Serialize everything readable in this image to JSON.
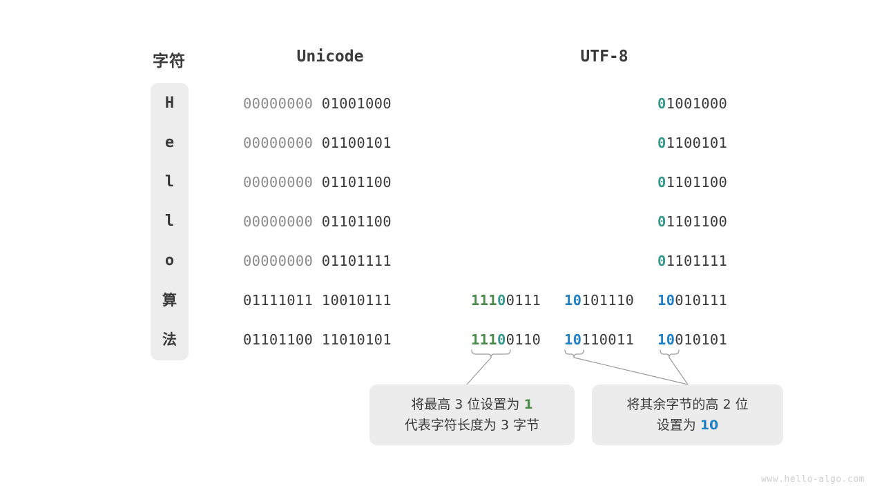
{
  "headers": {
    "char": "字符",
    "unicode": "Unicode",
    "utf8": "UTF-8"
  },
  "colors": {
    "green": "#4a8a4a",
    "teal": "#36998c",
    "blue": "#1f80c6",
    "dark": "#3a3a3a",
    "gray": "#8c8c8c",
    "box": "#ececec"
  },
  "rows": [
    {
      "char": "H",
      "unicode_high": "00000000",
      "unicode_low": "01001000",
      "utf8_bytes": [
        {
          "slot": 3,
          "prefix": "0",
          "prefix_color": "teal",
          "rest": "1001000"
        }
      ]
    },
    {
      "char": "e",
      "unicode_high": "00000000",
      "unicode_low": "01100101",
      "utf8_bytes": [
        {
          "slot": 3,
          "prefix": "0",
          "prefix_color": "teal",
          "rest": "1100101"
        }
      ]
    },
    {
      "char": "l",
      "unicode_high": "00000000",
      "unicode_low": "01101100",
      "utf8_bytes": [
        {
          "slot": 3,
          "prefix": "0",
          "prefix_color": "teal",
          "rest": "1101100"
        }
      ]
    },
    {
      "char": "l",
      "unicode_high": "00000000",
      "unicode_low": "01101100",
      "utf8_bytes": [
        {
          "slot": 3,
          "prefix": "0",
          "prefix_color": "teal",
          "rest": "1101100"
        }
      ]
    },
    {
      "char": "o",
      "unicode_high": "00000000",
      "unicode_low": "01101111",
      "utf8_bytes": [
        {
          "slot": 3,
          "prefix": "0",
          "prefix_color": "teal",
          "rest": "1101111"
        }
      ]
    },
    {
      "char": "算",
      "unicode_high": "01111011",
      "unicode_low": "10010111",
      "unicode_high_dim": false,
      "utf8_bytes": [
        {
          "slot": 1,
          "prefix": "111",
          "prefix_color": "green",
          "prefix2": "0",
          "prefix2_color": "teal",
          "rest": "0111"
        },
        {
          "slot": 2,
          "prefix": "10",
          "prefix_color": "blue",
          "rest": "101110"
        },
        {
          "slot": 3,
          "prefix": "10",
          "prefix_color": "blue",
          "rest": "010111"
        }
      ]
    },
    {
      "char": "法",
      "unicode_high": "01101100",
      "unicode_low": "11010101",
      "unicode_high_dim": false,
      "utf8_bytes": [
        {
          "slot": 1,
          "prefix": "111",
          "prefix_color": "green",
          "prefix2": "0",
          "prefix2_color": "teal",
          "rest": "0110"
        },
        {
          "slot": 2,
          "prefix": "10",
          "prefix_color": "blue",
          "rest": "110011"
        },
        {
          "slot": 3,
          "prefix": "10",
          "prefix_color": "blue",
          "rest": "010101"
        }
      ]
    }
  ],
  "callouts": {
    "left": {
      "line1_a": "将最高 3 位设置为 ",
      "line1_b": "1",
      "line1_b_color": "green",
      "line2": "代表字符长度为 3 字节"
    },
    "right": {
      "line1": "将其余字节的高 2 位",
      "line2_a": "设置为 ",
      "line2_b": "10",
      "line2_b_color": "blue"
    }
  },
  "watermark": "www.hello-algo.com"
}
